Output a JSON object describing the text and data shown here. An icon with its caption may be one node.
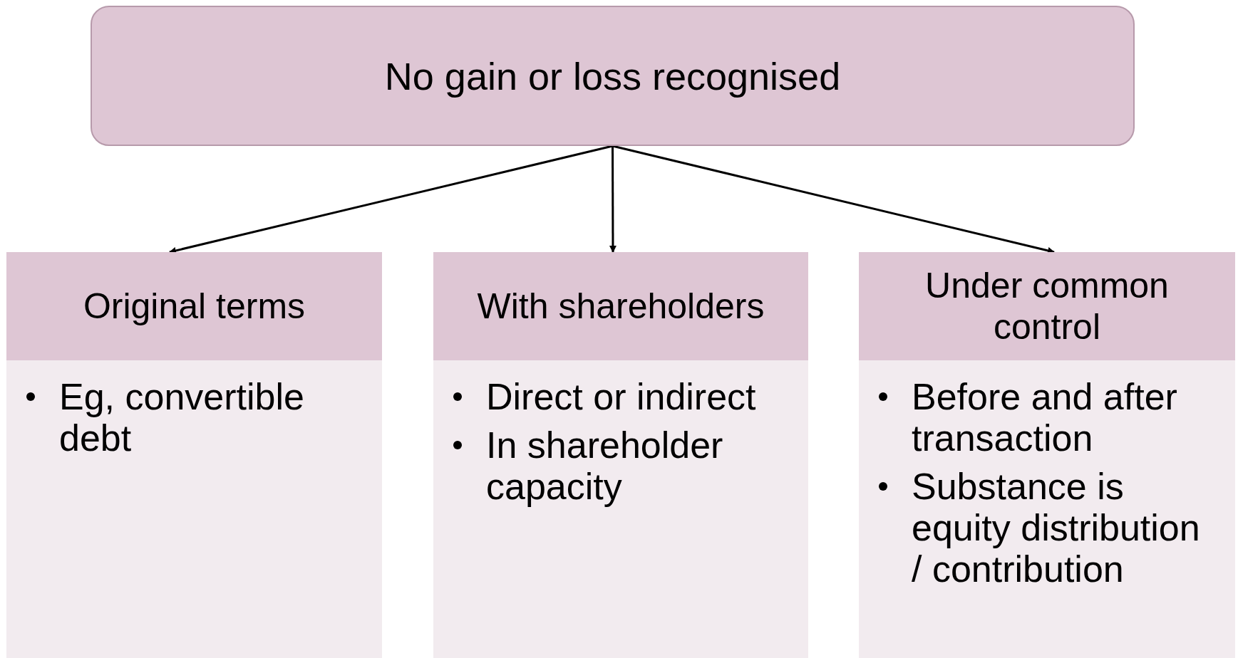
{
  "diagram": {
    "nodes": [
      {
        "text": [
          "No gain or loss recognised"
        ]
      },
      {
        "text": [
          "Original terms",
          "Eg, convertible debt"
        ]
      },
      {
        "text": [
          "With shareholders",
          "Direct or indirect",
          "In shareholder capacity"
        ]
      },
      {
        "text": [
          "Under common control",
          "Before and after transaction",
          "Substance is equity distribution / contribution"
        ]
      }
    ],
    "edges": [
      {
        "from": 0,
        "to": 1,
        "arrow": "to"
      },
      {
        "from": 0,
        "to": 2,
        "arrow": "to"
      },
      {
        "from": 0,
        "to": 3,
        "arrow": "to"
      }
    ]
  }
}
